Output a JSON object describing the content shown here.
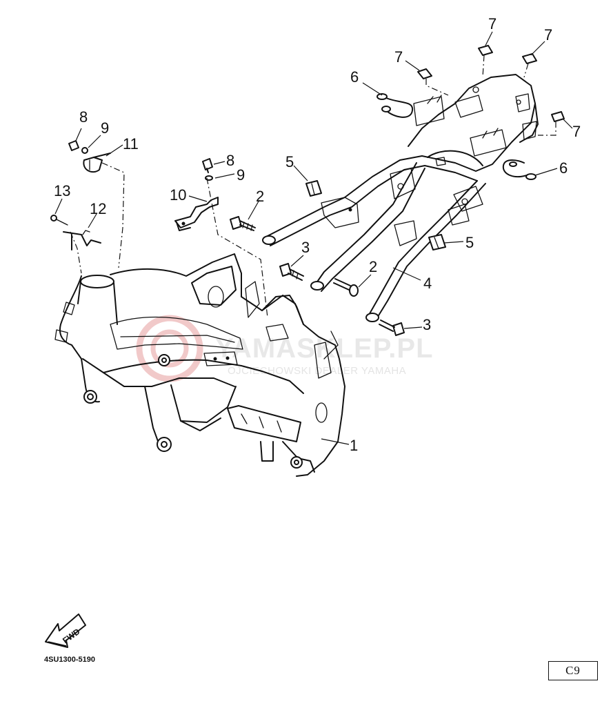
{
  "diagram": {
    "drawing_code": "4SU1300-5190",
    "page_ref": "C9",
    "forward_arrow_text": "FWD",
    "watermark": {
      "title": "YAMASKLEP.PL",
      "subtitle": "OJCIECHOWSKI DEALER YAMAHA"
    },
    "callouts": [
      {
        "id": "c1",
        "number": "1"
      },
      {
        "id": "c2a",
        "number": "2"
      },
      {
        "id": "c2b",
        "number": "2"
      },
      {
        "id": "c3a",
        "number": "3"
      },
      {
        "id": "c3b",
        "number": "3"
      },
      {
        "id": "c4",
        "number": "4"
      },
      {
        "id": "c5a",
        "number": "5"
      },
      {
        "id": "c5b",
        "number": "5"
      },
      {
        "id": "c6a",
        "number": "6"
      },
      {
        "id": "c6b",
        "number": "6"
      },
      {
        "id": "c7a",
        "number": "7"
      },
      {
        "id": "c7b",
        "number": "7"
      },
      {
        "id": "c7c",
        "number": "7"
      },
      {
        "id": "c7d",
        "number": "7"
      },
      {
        "id": "c8a",
        "number": "8"
      },
      {
        "id": "c8b",
        "number": "8"
      },
      {
        "id": "c9a",
        "number": "9"
      },
      {
        "id": "c9b",
        "number": "9"
      },
      {
        "id": "c10",
        "number": "10"
      },
      {
        "id": "c11",
        "number": "11"
      },
      {
        "id": "c12",
        "number": "12"
      },
      {
        "id": "c13",
        "number": "13"
      }
    ]
  }
}
